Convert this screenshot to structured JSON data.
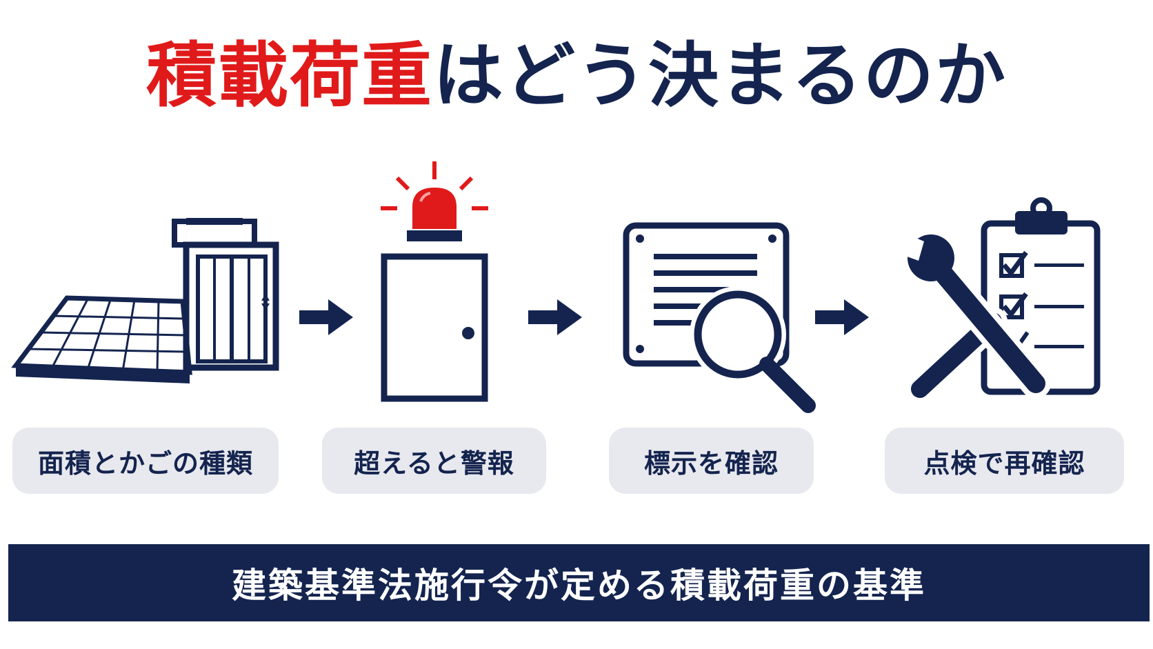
{
  "title": {
    "accent": "積載荷重",
    "rest": "はどう決まるのか"
  },
  "steps": [
    {
      "label": "面積とかごの種類",
      "icon": "elevator-floor-icon"
    },
    {
      "label": "超えると警報",
      "icon": "alarm-door-icon"
    },
    {
      "label": "標示を確認",
      "icon": "sign-magnifier-icon"
    },
    {
      "label": "点検で再確認",
      "icon": "wrench-checklist-icon"
    }
  ],
  "banner": "建築基準法施行令が定める積載荷重の基準",
  "colors": {
    "accent": "#e01a1a",
    "navy": "#14244f",
    "pill": "#e8e9ee"
  }
}
